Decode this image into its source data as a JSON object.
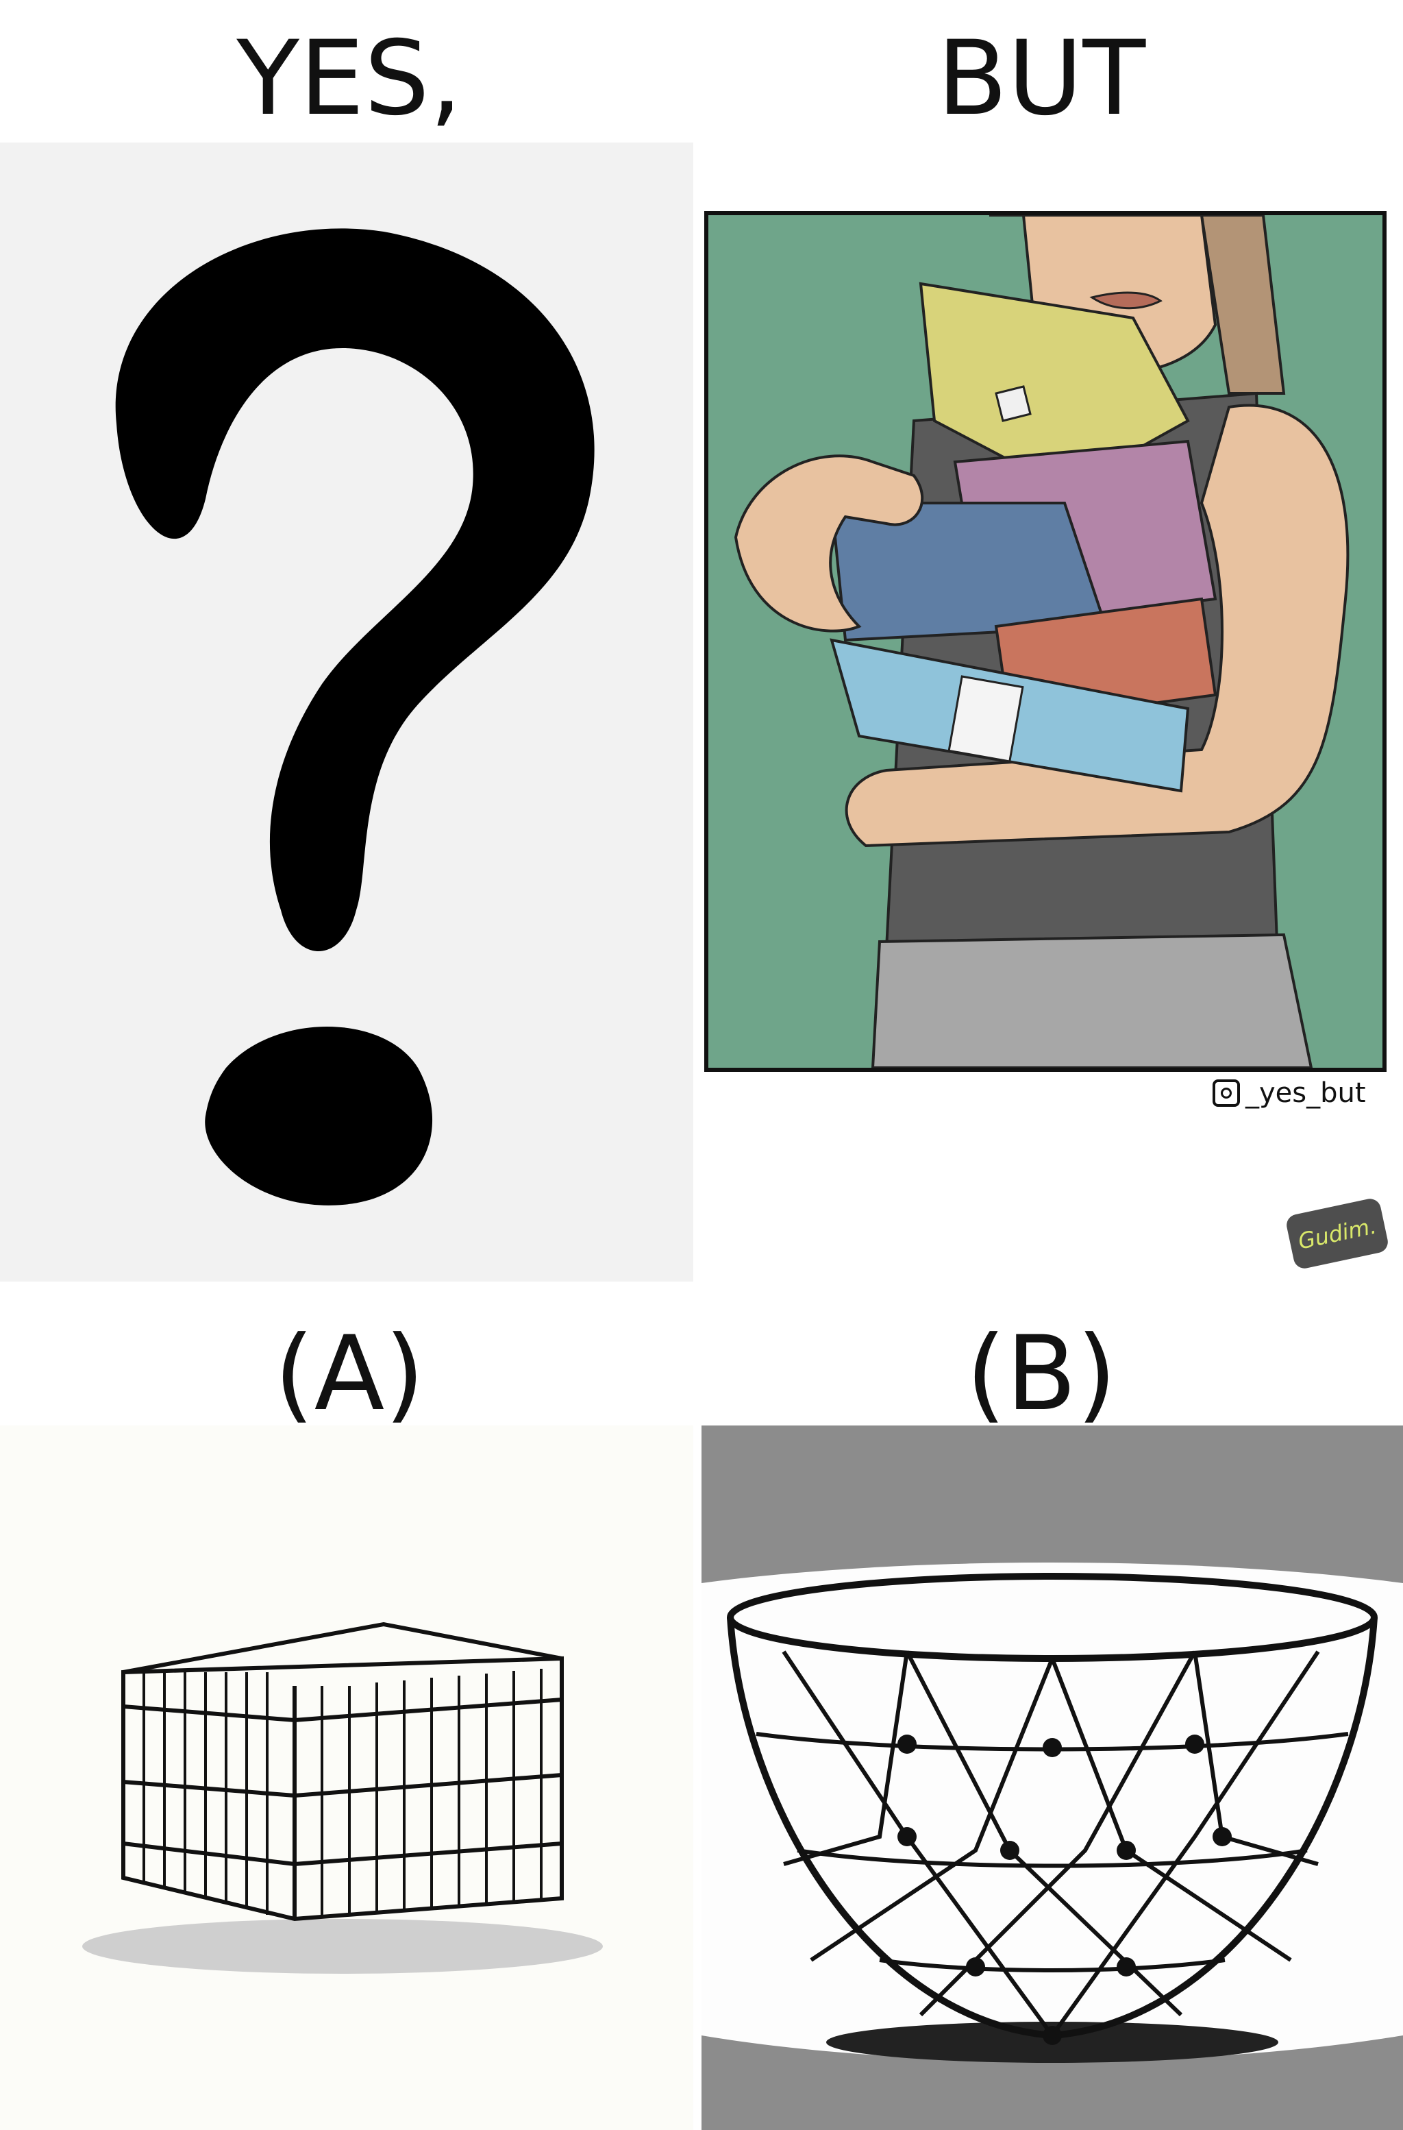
{
  "headings": {
    "yes": "YES,",
    "but": "BUT",
    "option_a": "(A)",
    "option_b": "(B)"
  },
  "comic": {
    "credit": "_yes_but",
    "signature": "Gudim."
  },
  "panels": {
    "top_left": {
      "icon": "question-mark-icon"
    },
    "top_right": {
      "icon": "person-carrying-groceries-icon"
    },
    "bottom_left": {
      "icon": "wire-crate-basket-icon"
    },
    "bottom_right": {
      "icon": "mesh-bowl-basket-icon"
    }
  },
  "colors": {
    "comic_background": "#6fa58a",
    "question_panel_background": "#f2f2f2",
    "bowl_panel_band": "#8c8c8c"
  }
}
